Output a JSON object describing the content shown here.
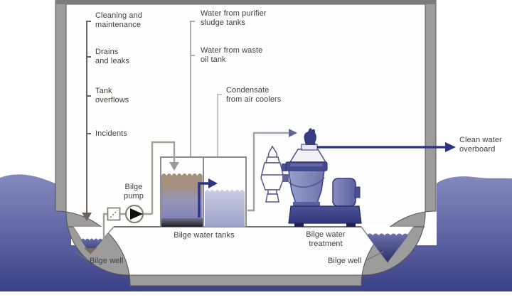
{
  "labels": {
    "cleaning": "Cleaning and\nmaintenance",
    "drains": "Drains\nand leaks",
    "tank_overflows": "Tank\noverflows",
    "incidents": "Incidents",
    "water_purifier": "Water from purifier\nsludge tanks",
    "water_waste_oil": "Water from waste\noil tank",
    "condensate": "Condensate\nfrom air coolers",
    "bilge_pump": "Bilge\npump",
    "bilge_water_tanks": "Bilge water tanks",
    "bilge_water_treatment": "Bilge water\ntreatment",
    "bilge_well_left": "Bilge well",
    "bilge_well_right": "Bilge well",
    "clean_water_overboard": "Clean water\noverboard"
  },
  "colors": {
    "hull_gray": "#9c9c9c",
    "deck_cap_gray": "#7b7b7b",
    "sea_water_top": "#838abc",
    "sea_water_bottom": "#3b4187",
    "clean_water_arrow": "#2c3380",
    "transfer_arrow": "#2c3488",
    "tank_sludge_brown": "#a5907b",
    "machine_blue": "#7f84b9",
    "pipe_gray": "#a39f9b",
    "label_text": "#413f3c"
  }
}
